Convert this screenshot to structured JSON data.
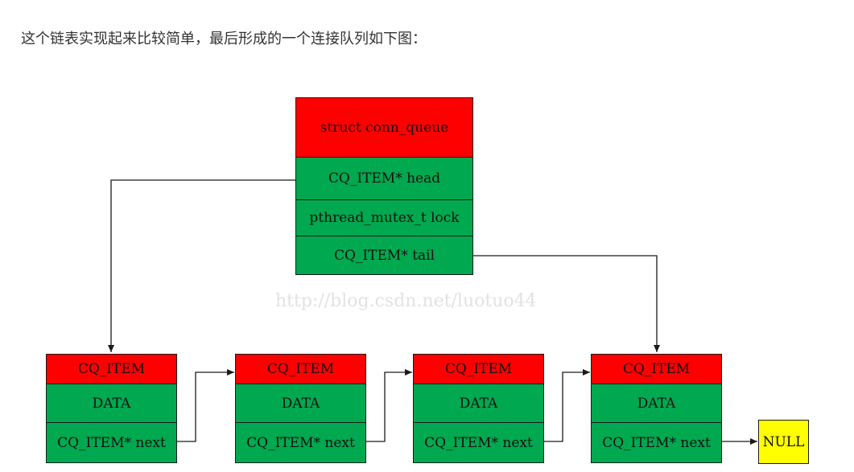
{
  "intro_text": "这个链表实现起来比较简单，最后形成的一个连接队列如下图：",
  "conn_queue": {
    "title": "struct conn_queue",
    "fields": [
      "CQ_ITEM* head",
      "pthread_mutex_t lock",
      "CQ_ITEM* tail"
    ]
  },
  "watermark": "http://blog.csdn.net/luotuo44",
  "items": [
    {
      "header": "CQ_ITEM",
      "data": "DATA",
      "next": "CQ_ITEM* next"
    },
    {
      "header": "CQ_ITEM",
      "data": "DATA",
      "next": "CQ_ITEM* next"
    },
    {
      "header": "CQ_ITEM",
      "data": "DATA",
      "next": "CQ_ITEM* next"
    },
    {
      "header": "CQ_ITEM",
      "data": "DATA",
      "next": "CQ_ITEM* next"
    }
  ],
  "null_label": "NULL",
  "colors": {
    "header": "#ff0000",
    "field": "#00a84f",
    "null": "#ffff00",
    "line": "#1a1a1a"
  }
}
